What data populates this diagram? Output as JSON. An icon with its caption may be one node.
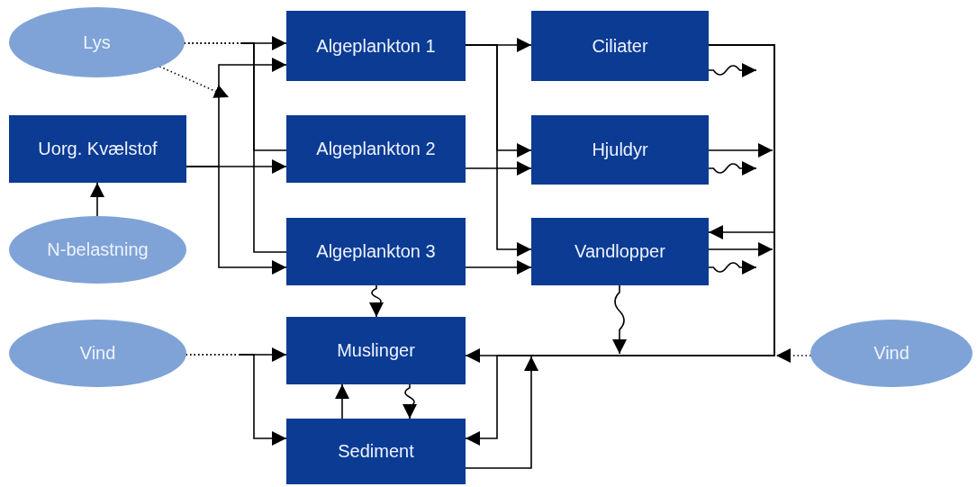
{
  "diagram": {
    "nodes": [
      {
        "text": [
          "Lys"
        ]
      },
      {
        "text": [
          "Uorg. Kvælstof"
        ]
      },
      {
        "text": [
          "N-belastning"
        ]
      },
      {
        "text": [
          "Vind"
        ]
      },
      {
        "text": [
          "Algeplankton 1"
        ]
      },
      {
        "text": [
          "Algeplankton 2"
        ]
      },
      {
        "text": [
          "Algeplankton 3"
        ]
      },
      {
        "text": [
          "Muslinger"
        ]
      },
      {
        "text": [
          "Sediment"
        ]
      },
      {
        "text": [
          "Ciliater"
        ]
      },
      {
        "text": [
          "Hjuldyr"
        ]
      },
      {
        "text": [
          "Vandlopper"
        ]
      },
      {
        "text": [
          "Vind"
        ]
      }
    ],
    "edges": [
      {
        "from": 0,
        "to": 4,
        "arrow": "to",
        "style": "dashed"
      },
      {
        "from": 0,
        "to": 5,
        "arrow": "none",
        "style": "dashed"
      },
      {
        "from": 0,
        "to": 6,
        "arrow": "none",
        "style": "dashed"
      },
      {
        "from": 0,
        "to": null,
        "arrow": "to",
        "style": "dashed"
      },
      {
        "from": 2,
        "to": 1,
        "arrow": "to"
      },
      {
        "from": 1,
        "to": 4,
        "arrow": "to"
      },
      {
        "from": 1,
        "to": 5,
        "arrow": "to"
      },
      {
        "from": 1,
        "to": 6,
        "arrow": "to"
      },
      {
        "from": 3,
        "to": 7,
        "arrow": "to",
        "style": "dashed"
      },
      {
        "from": 3,
        "to": 8,
        "arrow": "to",
        "style": "dashed"
      },
      {
        "from": 4,
        "to": 9,
        "arrow": "to"
      },
      {
        "from": 4,
        "to": 10,
        "arrow": "to"
      },
      {
        "from": 4,
        "to": 11,
        "arrow": "to"
      },
      {
        "from": 5,
        "to": 10,
        "arrow": "to"
      },
      {
        "from": 6,
        "to": 11,
        "arrow": "to"
      },
      {
        "from": 6,
        "to": 7,
        "arrow": "to"
      },
      {
        "from": 7,
        "to": 8,
        "arrow": "to"
      },
      {
        "from": 8,
        "to": 7,
        "arrow": "to"
      },
      {
        "from": 9,
        "to": null,
        "arrow": "to"
      },
      {
        "from": 10,
        "to": null,
        "arrow": "to"
      },
      {
        "from": 11,
        "to": null,
        "arrow": "to"
      },
      {
        "from": 9,
        "to": 7,
        "arrow": "to"
      },
      {
        "from": 9,
        "to": 11,
        "arrow": "to"
      },
      {
        "from": 9,
        "to": 8,
        "arrow": "to"
      },
      {
        "from": 10,
        "to": null,
        "arrow": "to"
      },
      {
        "from": 11,
        "to": null,
        "arrow": "to"
      },
      {
        "from": 11,
        "to": null,
        "arrow": "to"
      },
      {
        "from": 12,
        "to": null,
        "arrow": "to",
        "style": "dashed"
      },
      {
        "from": 8,
        "to": null,
        "arrow": "to"
      }
    ]
  }
}
